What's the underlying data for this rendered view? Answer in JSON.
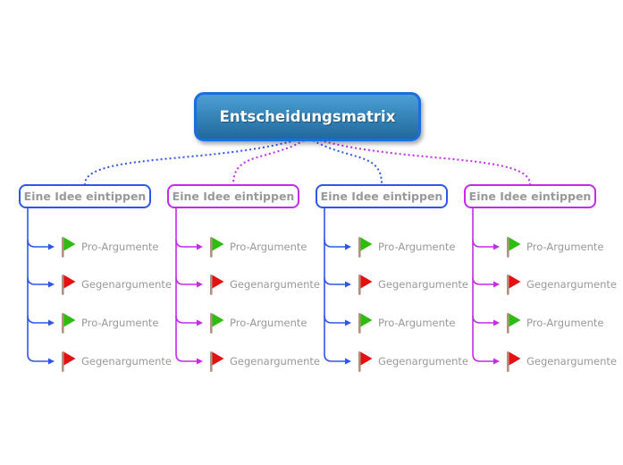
{
  "main_node": {
    "label": "Entscheidungsmatrix"
  },
  "ideas": [
    {
      "label": "Eine Idee eintippen",
      "color": "blue",
      "items": [
        {
          "label": "Pro-Argumente",
          "flag": "green-flag-icon"
        },
        {
          "label": "Gegenargumente",
          "flag": "red-flag-icon"
        },
        {
          "label": "Pro-Argumente",
          "flag": "green-flag-icon"
        },
        {
          "label": "Gegenargumente",
          "flag": "red-flag-icon"
        }
      ]
    },
    {
      "label": "Eine Idee eintippen",
      "color": "magenta",
      "items": [
        {
          "label": "Pro-Argumente",
          "flag": "green-flag-icon"
        },
        {
          "label": "Gegenargumente",
          "flag": "red-flag-icon"
        },
        {
          "label": "Pro-Argumente",
          "flag": "green-flag-icon"
        },
        {
          "label": "Gegenargumente",
          "flag": "red-flag-icon"
        }
      ]
    },
    {
      "label": "Eine Idee eintippen",
      "color": "blue",
      "items": [
        {
          "label": "Pro-Argumente",
          "flag": "green-flag-icon"
        },
        {
          "label": "Gegenargumente",
          "flag": "red-flag-icon"
        },
        {
          "label": "Pro-Argumente",
          "flag": "green-flag-icon"
        },
        {
          "label": "Gegenargumente",
          "flag": "red-flag-icon"
        }
      ]
    },
    {
      "label": "Eine Idee eintippen",
      "color": "magenta",
      "items": [
        {
          "label": "Pro-Argumente",
          "flag": "green-flag-icon"
        },
        {
          "label": "Gegenargumente",
          "flag": "red-flag-icon"
        },
        {
          "label": "Pro-Argumente",
          "flag": "green-flag-icon"
        },
        {
          "label": "Gegenargumente",
          "flag": "red-flag-icon"
        }
      ]
    }
  ],
  "colors": {
    "line-blue": "#2e57e8",
    "line-magenta": "#c32be8",
    "node-border": "#1a6ee0",
    "node-top": "#4b9fd4",
    "node-bottom": "#20699d",
    "node-text": "#ffffff",
    "label-gray": "#999999",
    "flag-green": "#2ebd0f",
    "flag-red": "#e31212",
    "flag-pole": "#b29181",
    "box-bg": "#ffffff"
  }
}
